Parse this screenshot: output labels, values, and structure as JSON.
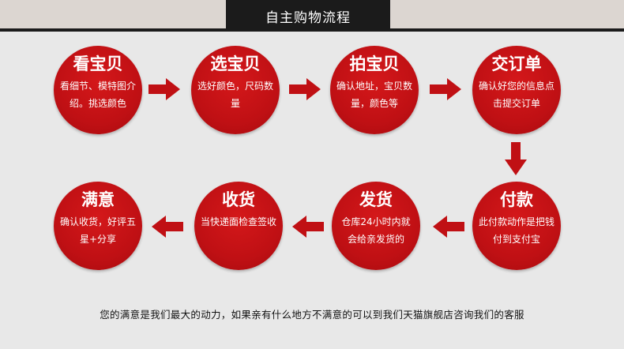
{
  "header": {
    "title": "自主购物流程"
  },
  "steps": [
    {
      "title": "看宝贝",
      "desc": "看细节、模特图介绍。挑选颜色"
    },
    {
      "title": "选宝贝",
      "desc": "选好颜色，尺码数量"
    },
    {
      "title": "拍宝贝",
      "desc": "确认地址，宝贝数量，颜色等"
    },
    {
      "title": "交订单",
      "desc": "确认好您的信息点击提交订单"
    },
    {
      "title": "付款",
      "desc": "此付款动作是把钱付到支付宝"
    },
    {
      "title": "发货",
      "desc": "仓库24小时内就会给亲发货的"
    },
    {
      "title": "收货",
      "desc": "当快递面检查签收"
    },
    {
      "title": "满意",
      "desc": "确认收货，好评五星+分享"
    }
  ],
  "footer": {
    "text": "您的满意是我们最大的动力，如果亲有什么地方不满意的可以到我们天猫旗舰店咨询我们的客服"
  },
  "colors": {
    "accent": "#c01014",
    "dark": "#1b1b1b"
  },
  "icons": {
    "arrow": "arrow-icon"
  }
}
